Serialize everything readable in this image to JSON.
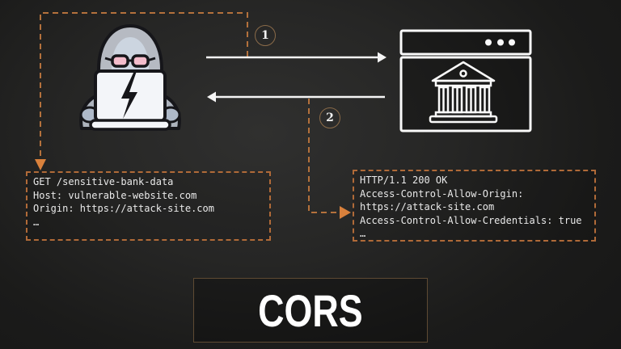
{
  "title": "CORS",
  "steps": [
    {
      "number": "1"
    },
    {
      "number": "2"
    }
  ],
  "request_box": {
    "lines": [
      "GET /sensitive-bank-data",
      "Host: vulnerable-website.com",
      "Origin: https://attack-site.com",
      "…"
    ]
  },
  "response_box": {
    "lines": [
      "HTTP/1.1 200 OK",
      "Access-Control-Allow-Origin:",
      "https://attack-site.com",
      "Access-Control-Allow-Credentials: true",
      "…"
    ]
  },
  "icons": {
    "attacker": "hacker-at-laptop-icon",
    "server": "bank-website-browser-icon"
  },
  "colors": {
    "accent_orange": "#b4713c",
    "arrowhead_orange": "#d9813c",
    "arrow_white": "#f5f5f5",
    "code_text": "#e9e9e9",
    "badge_ring": "#8a6b49",
    "title_text": "#ffffff",
    "background": "#1e1e1d"
  }
}
